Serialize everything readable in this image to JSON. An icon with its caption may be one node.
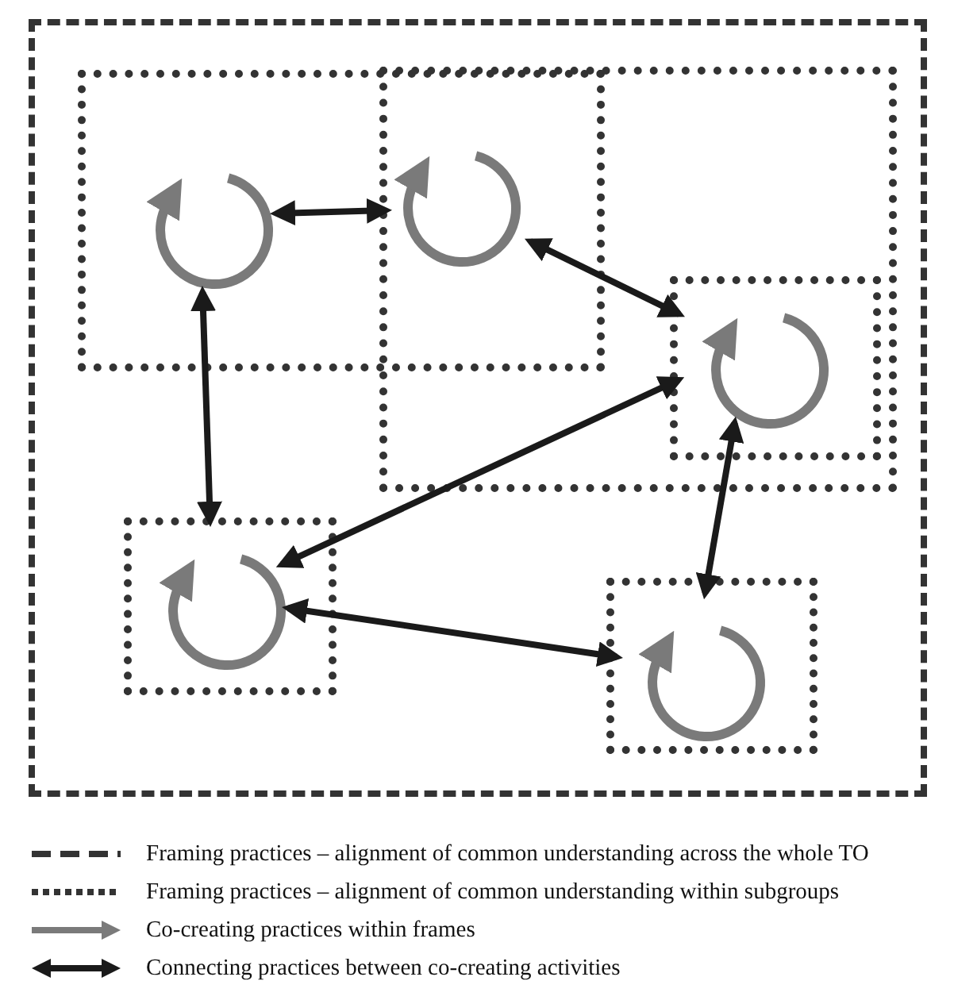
{
  "diagram": {
    "nodes": [
      {
        "text": [],
        "shape": "box"
      },
      {
        "text": [],
        "shape": "box",
        "in": 0
      },
      {
        "text": [],
        "shape": "circle",
        "in": 1
      },
      {
        "text": [],
        "shape": "box",
        "in": 0
      },
      {
        "text": [],
        "shape": "circle"
      },
      {
        "text": [],
        "shape": "box",
        "in": 3
      },
      {
        "text": [],
        "shape": "circle",
        "in": 5
      },
      {
        "text": [],
        "shape": "box",
        "in": 0
      },
      {
        "text": [],
        "shape": "circle",
        "in": 7
      },
      {
        "text": [],
        "shape": "box",
        "in": 0
      },
      {
        "text": [],
        "shape": "circle",
        "in": 9
      }
    ],
    "edges": [
      {
        "from": 2,
        "to": 4,
        "arrow": "both"
      },
      {
        "from": 4,
        "to": 6,
        "arrow": "both"
      },
      {
        "from": 2,
        "to": 8,
        "arrow": "both"
      },
      {
        "from": 6,
        "to": 8,
        "arrow": "both"
      },
      {
        "from": 6,
        "to": 10,
        "arrow": "both"
      },
      {
        "from": 8,
        "to": 10,
        "arrow": "both"
      }
    ],
    "legend": [
      {
        "text": "Framing practices – alignment of common understanding across the whole TO"
      },
      {
        "text": "Framing practices – alignment of common understanding within subgroups"
      },
      {
        "text": "Co-creating practices within frames"
      },
      {
        "text": "Connecting practices between co-creating activities"
      }
    ]
  }
}
